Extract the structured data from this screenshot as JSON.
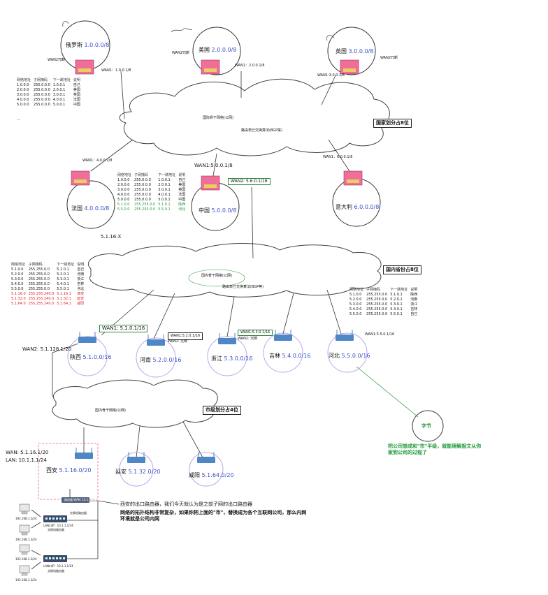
{
  "countries": {
    "russia": {
      "name": "俄罗斯",
      "net": "1.0.0.0/8",
      "wan2": "WAN2冗断",
      "wan1": "WAN1：1.0.0.1/8"
    },
    "usa": {
      "name": "美国",
      "net": "2.0.0.0/8",
      "wan2": "WAN2冗断",
      "wan1": "WAN1：2.0.0.1/8"
    },
    "uk": {
      "name": "英国",
      "net": "3.0.0.0/8",
      "wan2": "WAN2冗断",
      "wan1": "WAN1:3.0.0.1/8"
    },
    "france": {
      "name": "法国",
      "net": "4.0.0.0/8",
      "wan1": "WAN1：4.0.0.1/8"
    },
    "china": {
      "name": "中国",
      "net": "5.0.0.0/8",
      "wan1": "WAN1:5.0.0.1/8",
      "wan2": "WAN2: 5.6.0.1/16"
    },
    "italy": {
      "name": "意大利",
      "net": "6.0.0.0/8",
      "wan1": "WAN1：6.0.0.1/8"
    }
  },
  "intl_cloud": {
    "title": "国际骨干网络(公网)",
    "subtitle": "路由表已交换算法(BGP等)"
  },
  "country_note": "国家划分占8位",
  "russia_table": {
    "headers": [
      "网络地址",
      "子网掩码",
      "下一跳地址",
      "说明"
    ],
    "rows": [
      [
        "1.0.0.0",
        "255.0.0.0",
        "1.0.0.1",
        "自己"
      ],
      [
        "2.0.0.0",
        "255.0.0.0",
        "2.0.0.1",
        "美国"
      ],
      [
        "3.0.0.0",
        "255.0.0.0",
        "3.0.0.1",
        "英国"
      ],
      [
        "4.0.0.0",
        "255.0.0.0",
        "4.0.0.1",
        "法国"
      ],
      [
        "5.0.0.0",
        "255.0.0.0",
        "5.0.0.1",
        "中国"
      ]
    ],
    "ellipsis": "..."
  },
  "france_table": {
    "headers": [
      "网络地址",
      "子网掩码",
      "下一跳地址",
      "说明"
    ],
    "rows": [
      [
        "1.0.0.0",
        "255.0.0.0",
        "1.0.0.1",
        "自己"
      ],
      [
        "2.0.0.0",
        "255.0.0.0",
        "2.0.0.1",
        "美国"
      ],
      [
        "3.0.0.0",
        "255.0.0.0",
        "3.0.0.1",
        "英国"
      ],
      [
        "4.0.0.0",
        "255.0.0.0",
        "4.0.0.1",
        "法国"
      ],
      [
        "5.0.0.0",
        "255.0.0.0",
        "5.0.0.1",
        "中国"
      ]
    ],
    "green_rows": [
      [
        "5.1.0.0",
        "255.255.0.0",
        "5.1.0.1",
        "陕西"
      ],
      [
        "5.5.0.0",
        "255.255.0.0",
        "5.5.0.1",
        "河北"
      ]
    ]
  },
  "label_5116x": "5.1.16.X",
  "china_cloud": {
    "title": "国内骨干网络(公网)",
    "subtitle": "路由表已交换算法(BGP等)"
  },
  "province_note": "国内省份占8位",
  "china_table": {
    "headers": [
      "网络地址",
      "子网掩码",
      "下一跳地址",
      "说明"
    ],
    "rows": [
      [
        "5.1.0.0",
        "255.255.0.0",
        "5.1.0.1",
        "自己"
      ],
      [
        "5.2.0.0",
        "255.255.0.0",
        "5.2.0.1",
        "河南"
      ],
      [
        "5.3.0.0",
        "255.255.0.0",
        "5.3.0.1",
        "浙江"
      ],
      [
        "5.4.0.0",
        "255.255.0.0",
        "5.4.0.1",
        "吉林"
      ],
      [
        "5.5.0.0",
        "255.255.0.0",
        "5.5.0.1",
        "河北"
      ]
    ],
    "red_rows": [
      [
        "5.1.16.0",
        "255.255.240.0",
        "5.1.16.1",
        "西安"
      ],
      [
        "5.1.32.0",
        "255.255.240.0",
        "5.1.32.1",
        "延安"
      ],
      [
        "5.1.64.0",
        "255.255.240.0",
        "5.1.64.1",
        "咸阳"
      ]
    ]
  },
  "hebei_table": {
    "headers": [
      "网络地址",
      "子网掩码",
      "下一跳地址",
      "说明"
    ],
    "rows": [
      [
        "5.1.0.0",
        "255.255.0.0",
        "5.1.0.1",
        "陕西"
      ],
      [
        "5.2.0.0",
        "255.255.0.0",
        "5.2.0.1",
        "河南"
      ],
      [
        "5.3.0.0",
        "255.255.0.0",
        "5.3.0.1",
        "浙江"
      ],
      [
        "5.4.0.0",
        "255.255.0.0",
        "5.4.0.1",
        "吉林"
      ],
      [
        "5.5.0.0",
        "255.255.0.0",
        "5.5.0.1",
        "自己"
      ]
    ]
  },
  "provinces": {
    "shaanxi": {
      "name": "陕西",
      "net": "5.1.0.0/16",
      "wan1": "WAN1: 5.1.0.1/16",
      "wan2": "WAN2: 5.1.128.1/20"
    },
    "henan": {
      "name": "河南",
      "net": "5.2.0.0/16",
      "wan1": "WAN1:5.2.0.1/16",
      "wan2": "WAN2: 冗断"
    },
    "zhejiang": {
      "name": "浙江",
      "net": "5.3.0.0/16",
      "wan1": "WAN1:5.3.0.1/16",
      "wan2": "WAN2: 冗断"
    },
    "jilin": {
      "name": "吉林",
      "net": "5.4.0.0/16"
    },
    "hebei": {
      "name": "河北",
      "net": "5.5.0.0/16",
      "wan1": "WAN1:5.5.0.1/16"
    }
  },
  "city_cloud": {
    "title": "国内骨干网络(公网)"
  },
  "city_note": "市级划分占4位",
  "cities": {
    "xian": {
      "name": "西安",
      "net": "5.1.16.0/20",
      "wan": "WAN: 5.1.16.1/20",
      "lan": "LAN: 10.1.1.1/24"
    },
    "yanan": {
      "name": "延安",
      "net": "5.1.32.0/20"
    },
    "xianyang": {
      "name": "咸阳",
      "net": "5.1.64.0/20"
    }
  },
  "zijie": {
    "name": "字节",
    "note": "把公司想成和\"市\"平级，就能理解报文从你家到公司的过程了"
  },
  "xian_note": {
    "line1": "西安的出口路由器，我们今天就认为是之前子网的出口路由器",
    "line2": "网络的拓扑结构非常复杂，如果你把上面的\"市\"，替换成为各个互联网公司，那么内网环境就是公司内网"
  },
  "lan": {
    "main_router": "路由器  WAN: 10.1.1.1/24",
    "switch1_name": "交换机路由器",
    "switch1_lan": "LAN口IP：10.1.1.1/24",
    "switch2_name": "交换机路由器",
    "switch2_lan": "LAN口IP：10.1.1.1/24",
    "hosts": [
      "192.168.1.2/24",
      "192.168.1.3/24",
      "192.168.1.2/24",
      "192.168.1.3/24"
    ],
    "top_label": "交换机路由器"
  },
  "colors": {
    "router_pink": "#f06e9a",
    "router_blue": "#4f86c6",
    "accent_green": "#1f9a3a",
    "accent_blue": "#3a50c8",
    "accent_red": "#e0262b"
  }
}
